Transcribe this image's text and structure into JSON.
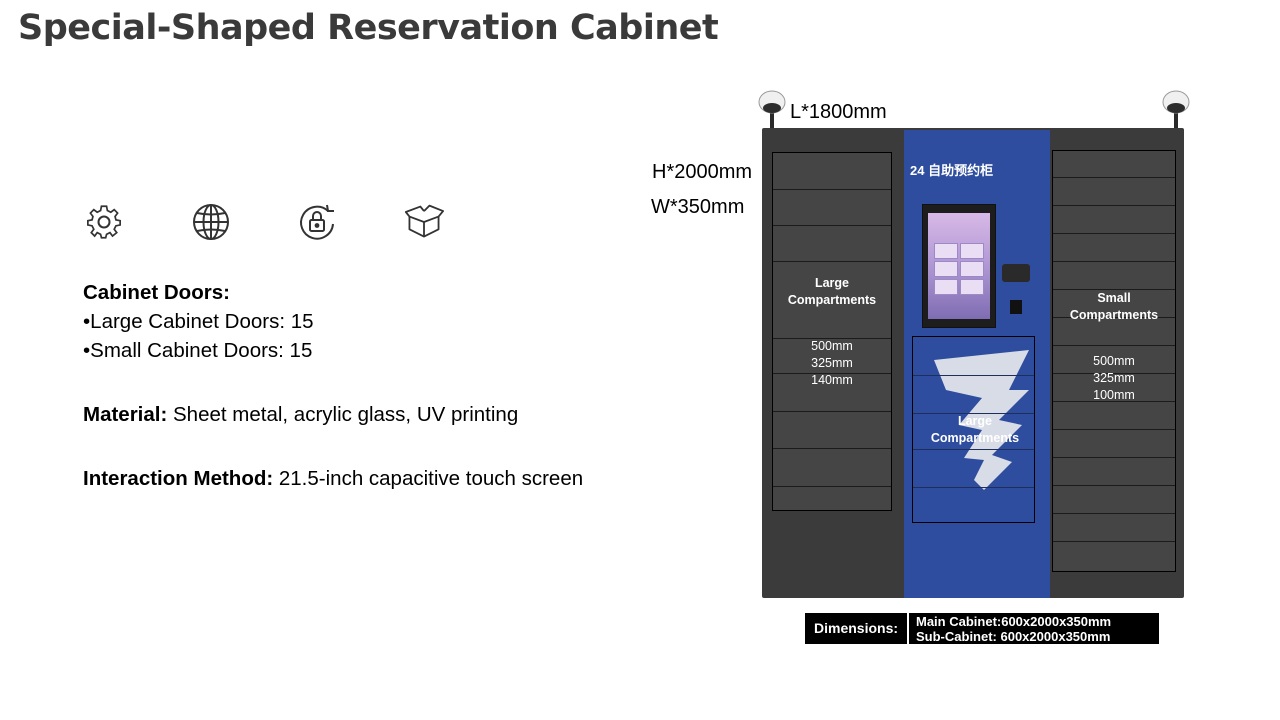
{
  "slide": {
    "title": "Special-Shaped Reservation Cabinet"
  },
  "icons": [
    "gear-icon",
    "globe-icon",
    "lock-rotate-icon",
    "open-box-icon"
  ],
  "specs": {
    "doors_heading": "Cabinet Doors:",
    "large_doors": "•Large Cabinet Doors: 15",
    "small_doors": "•Small Cabinet Doors: 15",
    "material_label": "Material:",
    "material_value": " Sheet metal, acrylic glass, UV printing",
    "interaction_label": "Interaction Method:",
    "interaction_value": " 21.5-inch capacitive touch screen"
  },
  "dimensions_overlay": {
    "length": "L*1800mm",
    "height": "H*2000mm",
    "width": "W*350mm"
  },
  "cabinet": {
    "brand_text": "24 自助预约柜",
    "left_section": {
      "label_line1": "Large",
      "label_line2": "Compartments",
      "measure1": "500mm",
      "measure2": "325mm",
      "measure3": "140mm"
    },
    "center_section": {
      "label_line1": "Large",
      "label_line2": "Compartments"
    },
    "right_section": {
      "label_line1": "Small",
      "label_line2": "Compartments",
      "measure1": "500mm",
      "measure2": "325mm",
      "measure3": "100mm"
    },
    "colors": {
      "body": "#3b3b3b",
      "center_panel": "#2e4d9e",
      "bin": "#454545"
    }
  },
  "dimensions_table": {
    "label": "Dimensions:",
    "main_cabinet": "Main Cabinet:600x2000x350mm",
    "sub_cabinet": "Sub-Cabinet: 600x2000x350mm"
  }
}
